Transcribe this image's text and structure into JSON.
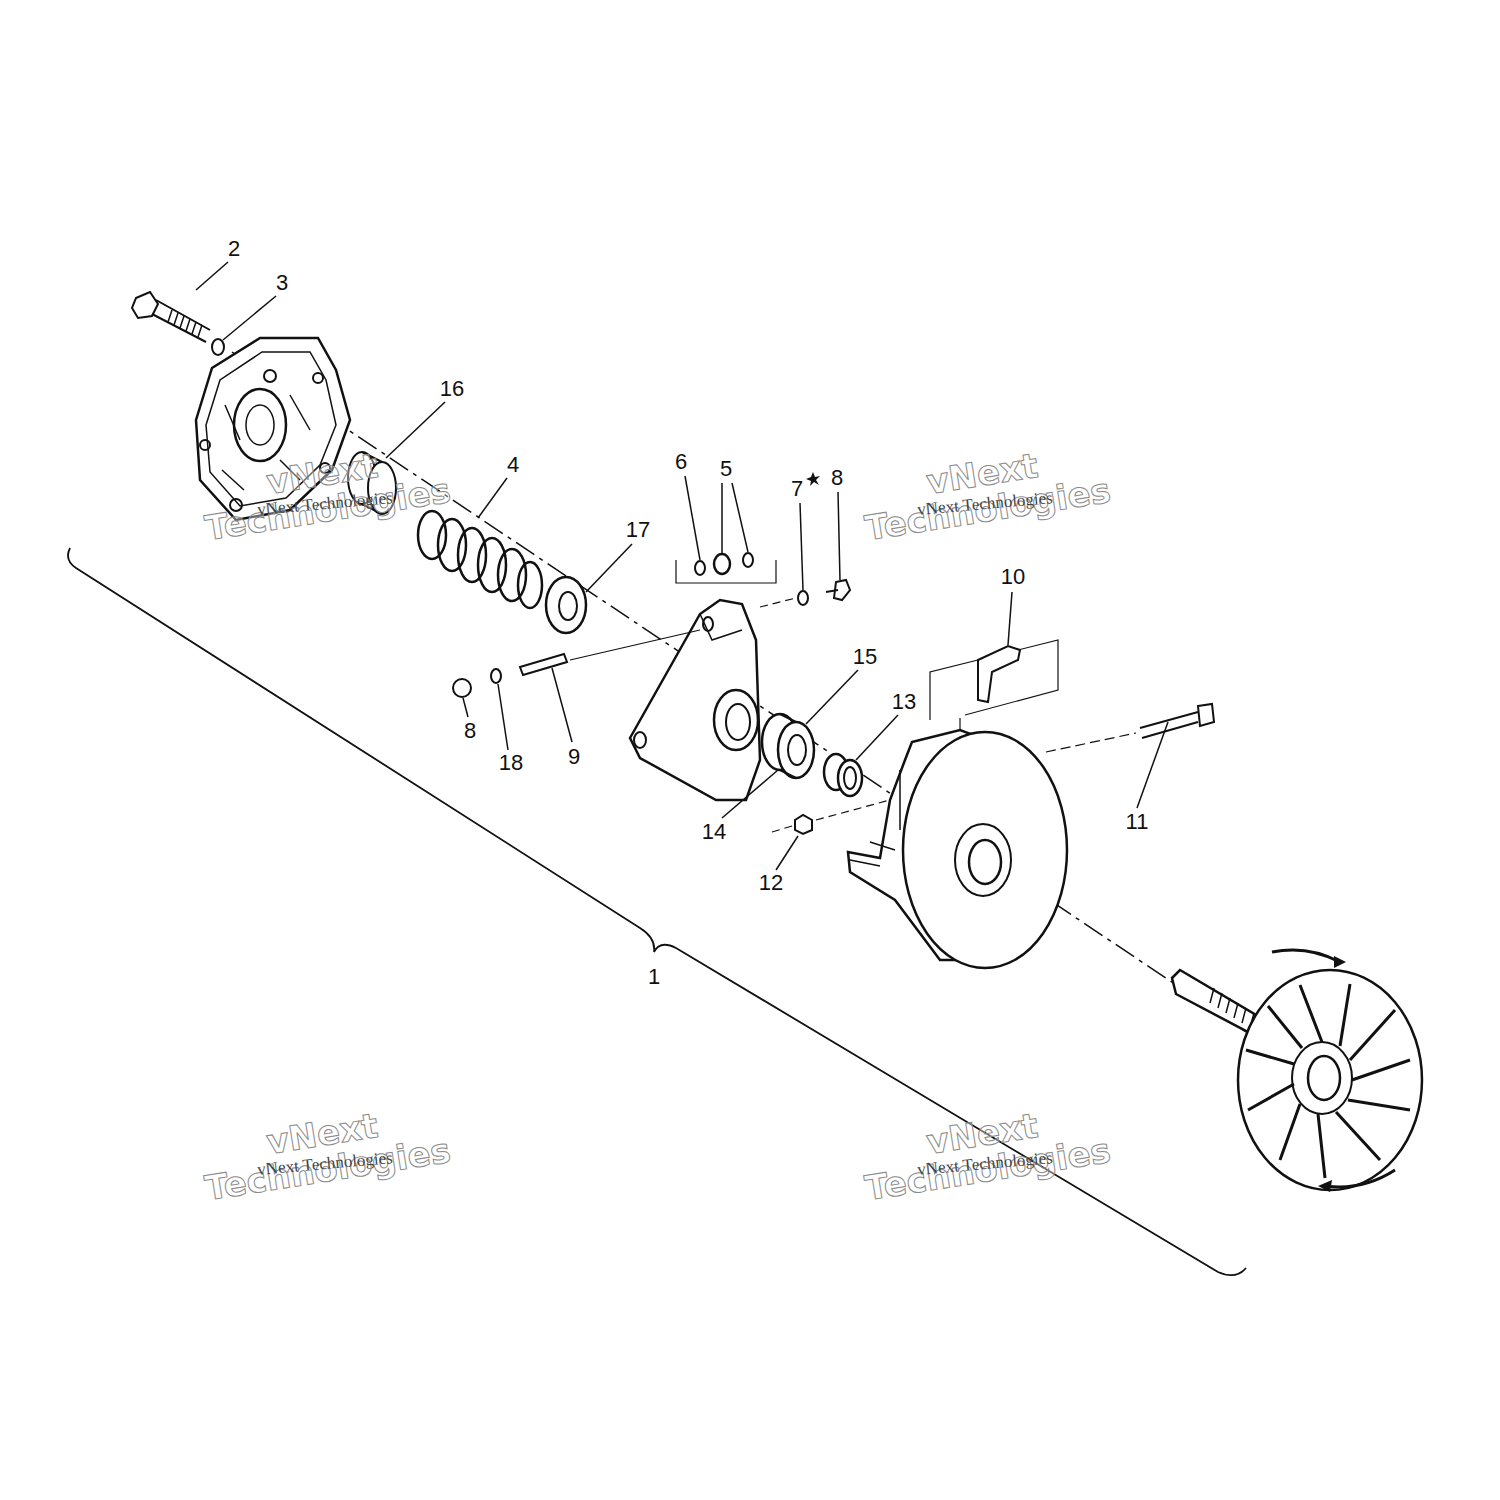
{
  "diagram": {
    "labels": [
      "2",
      "3",
      "16",
      "4",
      "6",
      "5",
      "7",
      "8",
      "17",
      "10",
      "15",
      "13",
      "8",
      "18",
      "9",
      "11",
      "14",
      "12",
      "1",
      "vNext Technologies",
      "vNext Technologies",
      "vNext Technologies",
      "vNext Technologies",
      "vNext Technologies",
      "vNext Technologies",
      "vNext Technologies",
      "vNext Technologies"
    ]
  }
}
